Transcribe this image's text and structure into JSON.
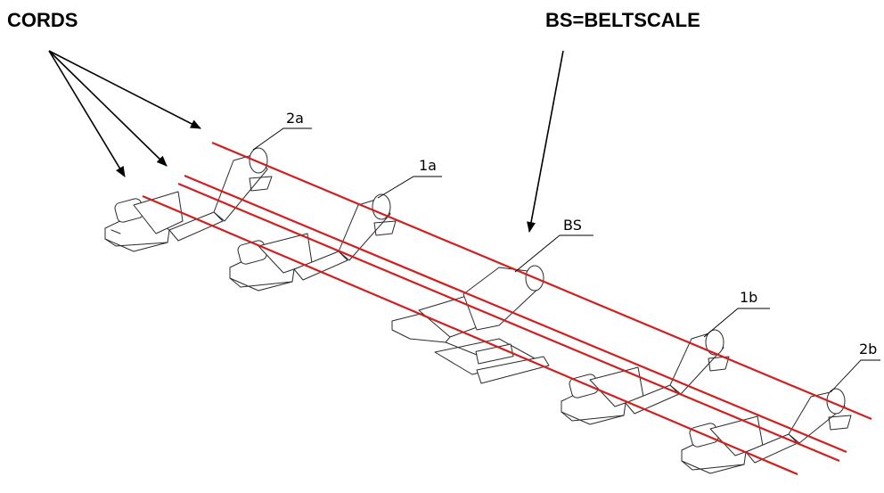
{
  "headings": {
    "cords": "CORDS",
    "beltscale": "BS=BELTSCALE"
  },
  "idler_labels": {
    "idler_2a": "2a",
    "idler_1a": "1a",
    "beltscale": "BS",
    "idler_1b": "1b",
    "idler_2b": "2b"
  },
  "colors": {
    "cord": "#d11f1f",
    "drawing": "#2b2b2b",
    "text": "#000000"
  }
}
